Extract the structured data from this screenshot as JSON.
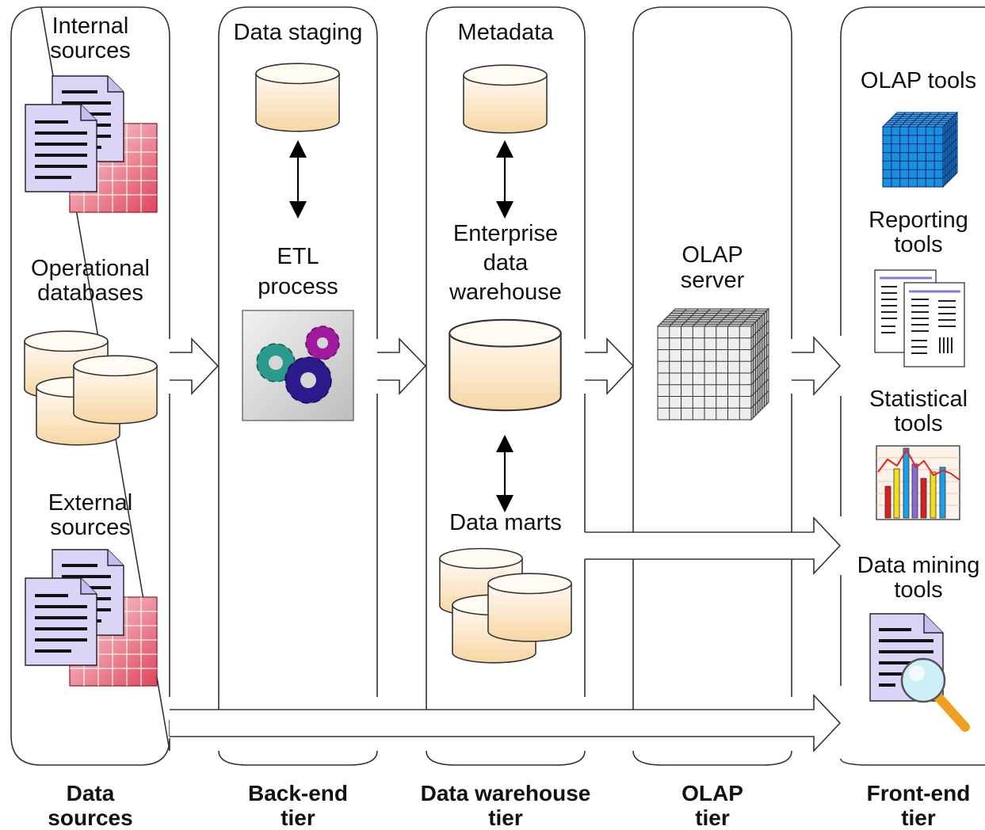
{
  "columns": {
    "data_sources": {
      "internal_sources_label": "Internal\nsources",
      "operational_databases_label": "Operational\ndatabases",
      "external_sources_label": "External\nsources",
      "tier_label": "Data\nsources"
    },
    "back_end": {
      "data_staging_label": "Data staging",
      "etl_process_label": "ETL\nprocess",
      "tier_label": "Back-end\ntier"
    },
    "data_warehouse": {
      "metadata_label": "Metadata",
      "enterprise_dw_label": "Enterprise\ndata\nwarehouse",
      "data_marts_label": "Data marts",
      "tier_label": "Data warehouse\ntier"
    },
    "olap": {
      "olap_server_label": "OLAP\nserver",
      "tier_label": "OLAP\ntier"
    },
    "front_end": {
      "olap_tools_label": "OLAP tools",
      "reporting_tools_label": "Reporting\ntools",
      "statistical_tools_label": "Statistical\ntools",
      "data_mining_tools_label": "Data mining\ntools",
      "tier_label": "Front-end\ntier"
    }
  },
  "colors": {
    "panel_stroke": "#333333",
    "db_fill_top": "#fff6e8",
    "db_fill_bottom": "#f7d7a8",
    "doc_fill": "#dcd4f7",
    "sheet_fill": "#e8566c",
    "cube_blue": "#1a8fe0",
    "cube_grey": "#bfbfbf",
    "gear_teal": "#2a9a8c",
    "gear_purple": "#9a1a9a",
    "gear_navy": "#2a1a8a"
  }
}
